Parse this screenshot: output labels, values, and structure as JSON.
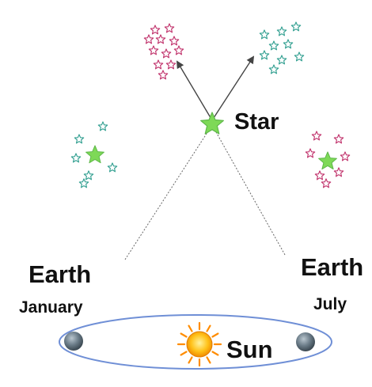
{
  "labels": {
    "star": "Star",
    "earth_left": "Earth",
    "earth_left_month": "January",
    "earth_right": "Earth",
    "earth_right_month": "July",
    "sun": "Sun"
  },
  "colors": {
    "nearby_star": "#7ed957",
    "pink_star_outline": "#c0306a",
    "teal_star_outline": "#2f9e8f",
    "orbit": "#6f8fd6",
    "sun_core": "#f7a400",
    "sun_rays": "#ff8c00",
    "earth": "#5c6f7c",
    "sightline": "#666666"
  },
  "icons": [
    "star-icon",
    "sun-icon",
    "earth-icon",
    "arrow-icon"
  ]
}
